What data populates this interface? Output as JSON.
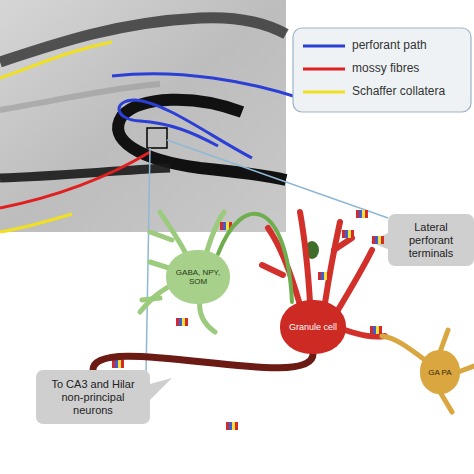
{
  "diagram": {
    "nodes": [
      {
        "text": [
          "Lateral perforant terminals"
        ]
      },
      {
        "text": [
          "GABA, NPY, SOM"
        ]
      },
      {
        "text": [
          "Granule cell"
        ]
      },
      {
        "text": [
          "GA PA"
        ]
      },
      {
        "text": [
          "To CA3 and Hilar non-principal neurons"
        ]
      }
    ],
    "edges": [
      {
        "from": 1,
        "to": 2,
        "arrow": "none"
      },
      {
        "from": 2,
        "to": 4,
        "arrow": "none"
      }
    ],
    "legend": [
      {
        "text": "perforant path"
      },
      {
        "text": "mossy fibres"
      },
      {
        "text": "Schaffer collatera"
      }
    ]
  }
}
